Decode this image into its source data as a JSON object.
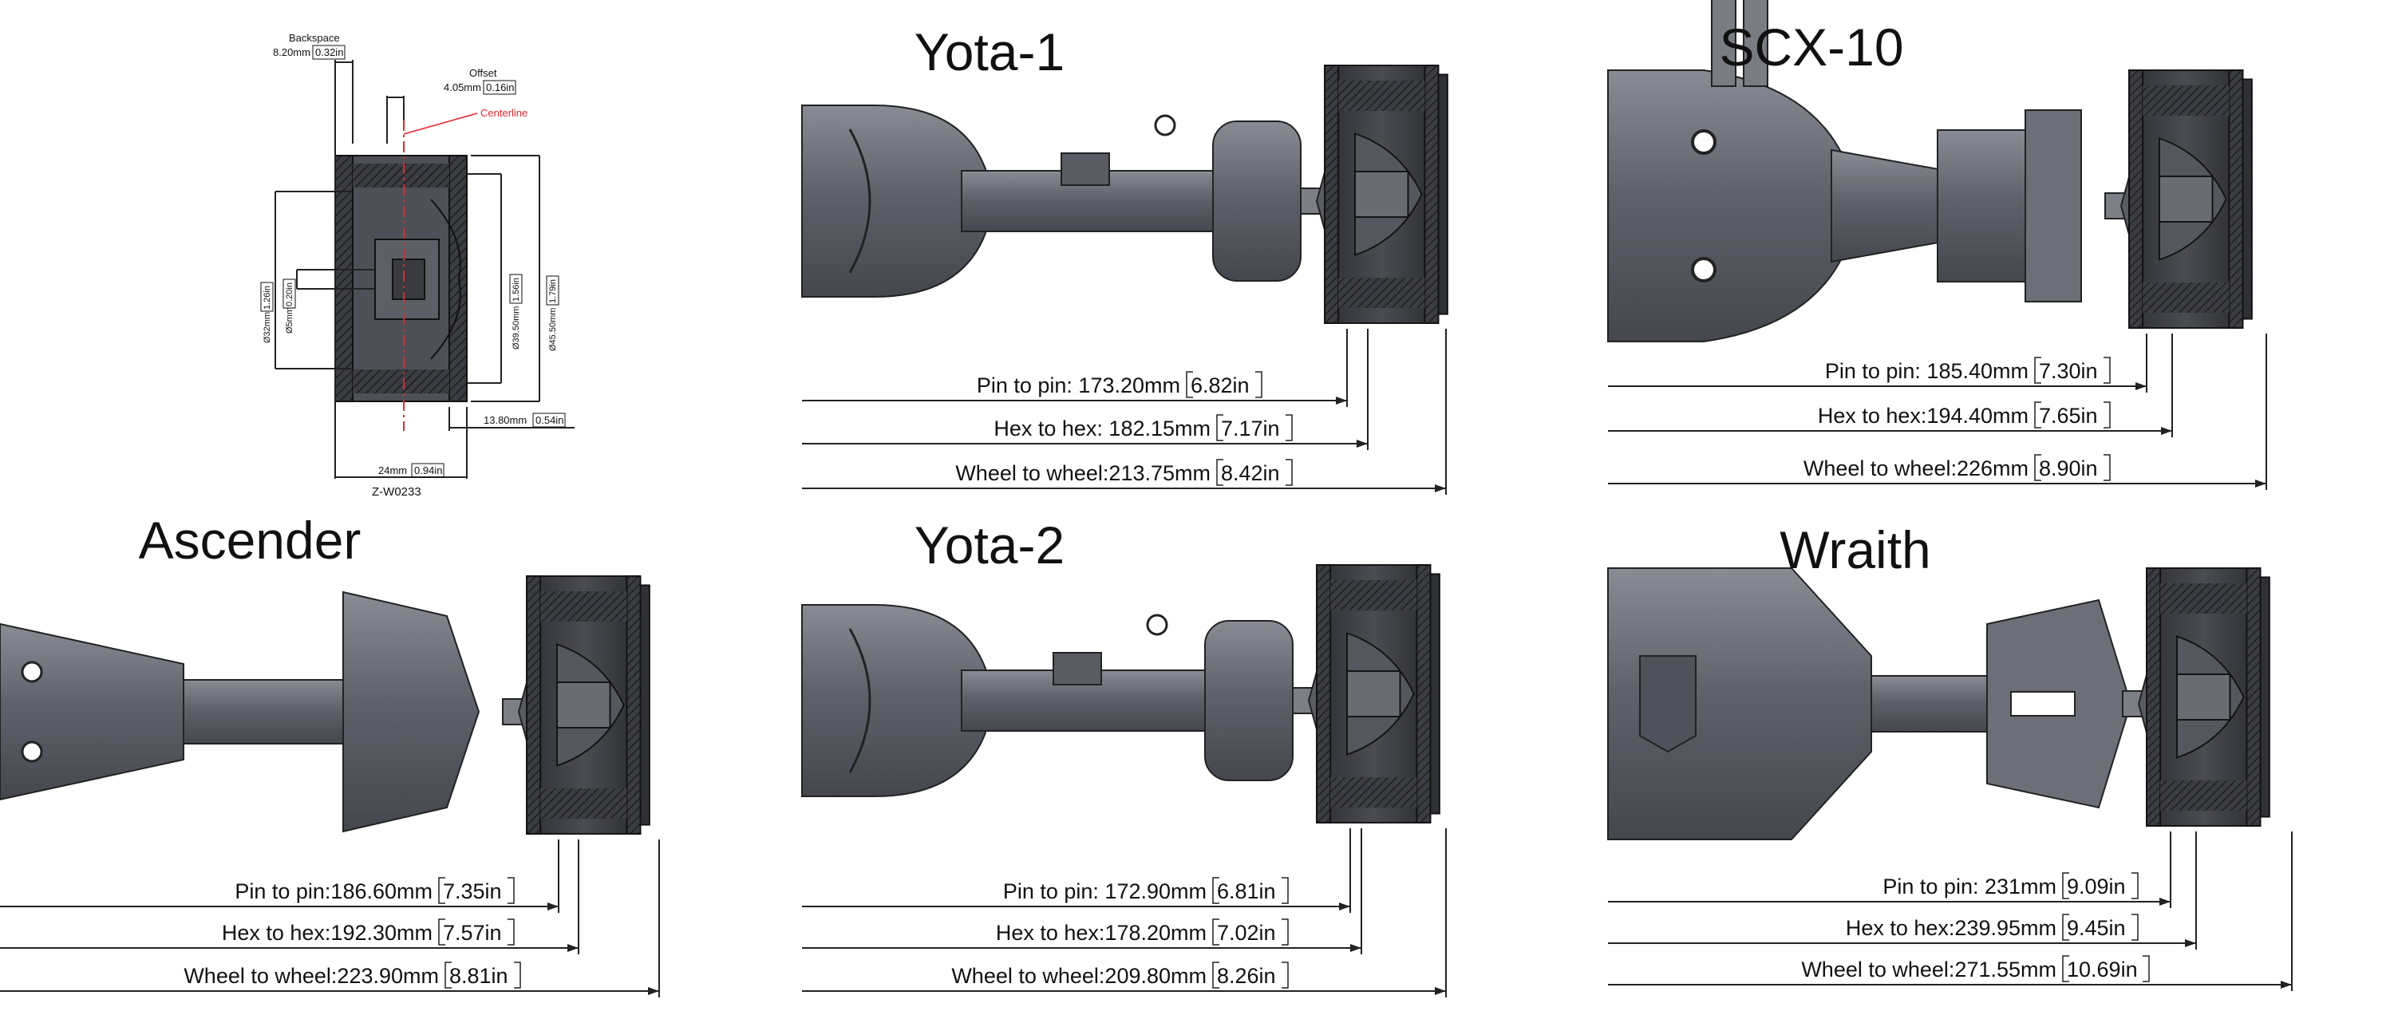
{
  "wheel_drawing": {
    "backspace_label": "Backspace",
    "backspace_mm": "8.20mm",
    "backspace_in": "0.32in",
    "offset_label": "Offset",
    "offset_mm": "4.05mm",
    "offset_in": "0.16in",
    "centerline_label": "Centerline",
    "dim_32": "Ø32mm",
    "dim_32_in": "1.26in",
    "dim_5": "Ø5mm",
    "dim_5_in": "0.20in",
    "dim_39": "Ø39.50mm",
    "dim_39_in": "1.56in",
    "dim_45": "Ø45.50mm",
    "dim_45_in": "1.79in",
    "dim_13": "13.80mm",
    "dim_13_in": "0.54in",
    "dim_24": "24mm",
    "dim_24_in": "0.94in",
    "part_number": "Z-W0233"
  },
  "panels": [
    {
      "title": "Yota-1",
      "pin_label": "Pin to pin: 173.20mm",
      "pin_in": "6.82in",
      "hex_label": "Hex to hex: 182.15mm",
      "hex_in": "7.17in",
      "wheel_label": "Wheel to wheel:213.75mm",
      "wheel_in": "8.42in"
    },
    {
      "title": "SCX-10",
      "pin_label": "Pin to pin: 185.40mm",
      "pin_in": "7.30in",
      "hex_label": "Hex to hex:194.40mm",
      "hex_in": "7.65in",
      "wheel_label": "Wheel to wheel:226mm",
      "wheel_in": "8.90in"
    },
    {
      "title": "Ascender",
      "pin_label": "Pin to pin:186.60mm",
      "pin_in": "7.35in",
      "hex_label": "Hex to hex:192.30mm",
      "hex_in": "7.57in",
      "wheel_label": "Wheel to wheel:223.90mm",
      "wheel_in": "8.81in"
    },
    {
      "title": "Yota-2",
      "pin_label": "Pin to pin: 172.90mm",
      "pin_in": "6.81in",
      "hex_label": "Hex to hex:178.20mm",
      "hex_in": "7.02in",
      "wheel_label": "Wheel to wheel:209.80mm",
      "wheel_in": "8.26in"
    },
    {
      "title": "Wraith",
      "pin_label": "Pin to pin: 231mm",
      "pin_in": "9.09in",
      "hex_label": "Hex to hex:239.95mm",
      "hex_in": "9.45in",
      "wheel_label": "Wheel to wheel:271.55mm",
      "wheel_in": "10.69in"
    }
  ],
  "colors": {
    "axle_fill": "#6d6f78",
    "axle_dark": "#4f525a",
    "wheel_fill": "#3a3b3f",
    "accent_red": "#e4262a"
  }
}
